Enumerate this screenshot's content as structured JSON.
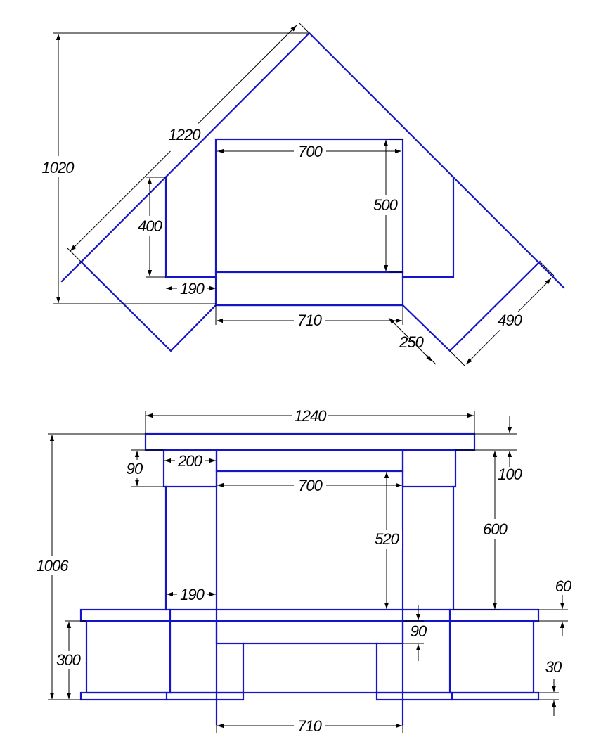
{
  "colors": {
    "part_outline": "#1414c8",
    "dimension": "#000000",
    "background": "#ffffff"
  },
  "plan": {
    "dims": {
      "total_height": "1020",
      "diagonal_width": "1220",
      "niche_depth": "400",
      "top_width": "700",
      "top_depth": "500",
      "side_offset": "190",
      "base_width": "710",
      "bevel": "250",
      "wing_depth": "490"
    }
  },
  "elevation": {
    "dims": {
      "top_width": "1240",
      "total_height": "1006",
      "shelf_height": "90",
      "shelf_width": "200",
      "inner_width": "700",
      "top_thickness": "100",
      "inner_height": "520",
      "leg_height": "600",
      "leg_width": "190",
      "plinth_top": "60",
      "drawer_height": "90",
      "base_height": "300",
      "foot_height": "30",
      "base_width": "710"
    }
  }
}
